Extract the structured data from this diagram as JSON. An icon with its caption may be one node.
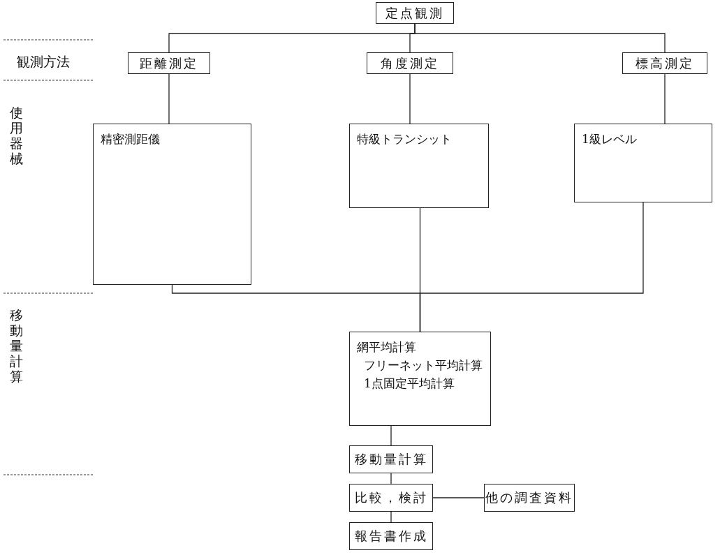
{
  "diagram": {
    "nodes": [
      {
        "text": [
          "定点観測"
        ]
      },
      {
        "text": [
          "距離測定"
        ]
      },
      {
        "text": [
          "角度測定"
        ]
      },
      {
        "text": [
          "標高測定"
        ]
      },
      {
        "text": [
          "精密測距儀"
        ]
      },
      {
        "text": [
          "特級トランシット"
        ]
      },
      {
        "text": [
          "1級レベル"
        ]
      },
      {
        "text": [
          "網平均計算",
          "フリーネット平均計算",
          "1点固定平均計算"
        ]
      },
      {
        "text": [
          "移動量計算"
        ]
      },
      {
        "text": [
          "比較，検討"
        ]
      },
      {
        "text": [
          "他の調査資料"
        ]
      },
      {
        "text": [
          "報告書作成"
        ]
      }
    ],
    "edges": [
      {
        "from": 0,
        "to": 1,
        "arrow": "none"
      },
      {
        "from": 0,
        "to": 2,
        "arrow": "none"
      },
      {
        "from": 0,
        "to": 3,
        "arrow": "none"
      },
      {
        "from": 1,
        "to": 4,
        "arrow": "none"
      },
      {
        "from": 2,
        "to": 5,
        "arrow": "none"
      },
      {
        "from": 3,
        "to": 6,
        "arrow": "none"
      },
      {
        "from": 4,
        "to": 7,
        "arrow": "none"
      },
      {
        "from": 5,
        "to": 7,
        "arrow": "none"
      },
      {
        "from": 6,
        "to": 7,
        "arrow": "none"
      },
      {
        "from": 7,
        "to": 8,
        "arrow": "none"
      },
      {
        "from": 8,
        "to": 9,
        "arrow": "none"
      },
      {
        "from": 9,
        "to": 10,
        "arrow": "none"
      },
      {
        "from": 9,
        "to": 11,
        "arrow": "none"
      }
    ],
    "labels": [
      "観測方法",
      "使用器械",
      "移動量計算"
    ]
  }
}
